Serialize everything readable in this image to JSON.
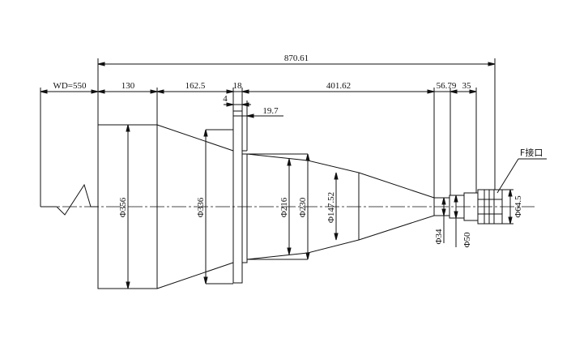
{
  "dimensions": {
    "overall": "870.61",
    "wd": "WD=550",
    "d130": "130",
    "d162": "162.5",
    "d18": "18",
    "d401": "401.62",
    "d56": "56.79",
    "d35": "35",
    "d4": "4",
    "d197": "19.7"
  },
  "diameters": {
    "d356": "Φ356",
    "d336": "Φ336",
    "d216": "Φ216",
    "d230": "Φ230",
    "d147": "Φ147.52",
    "d34": "Φ34",
    "d50": "Φ50",
    "d645": "Φ64.5"
  },
  "labels": {
    "mount": "F接口"
  }
}
